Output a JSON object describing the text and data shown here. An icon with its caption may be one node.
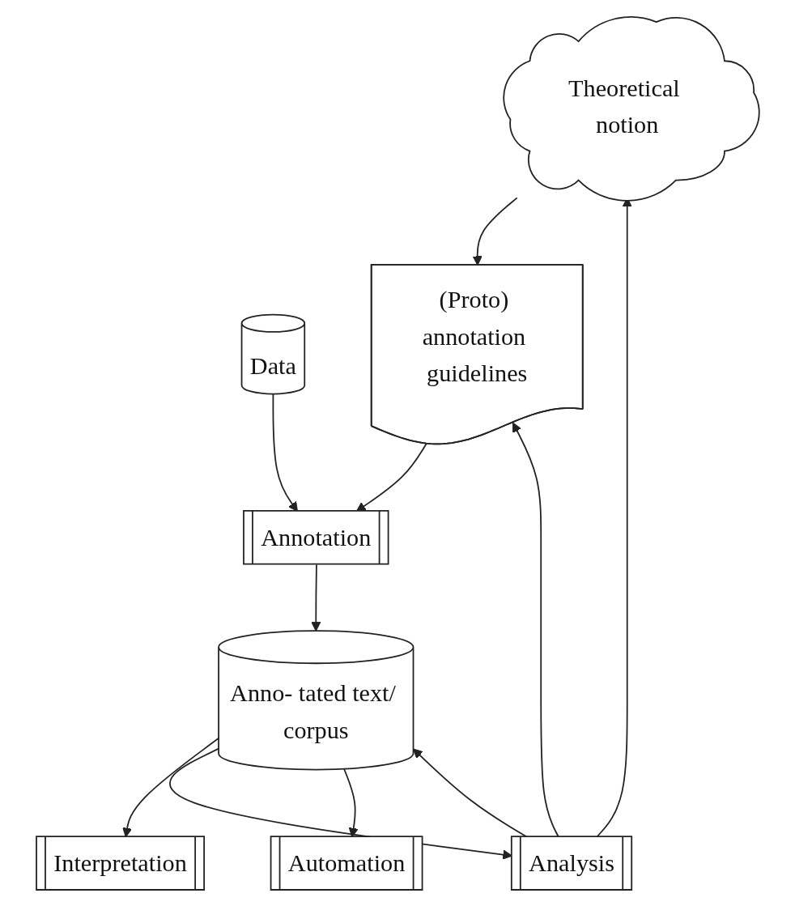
{
  "diagram": {
    "nodes": [
      {
        "text": [
          "Theoretical notion"
        ]
      },
      {
        "text": [
          "Data"
        ]
      },
      {
        "text": [
          "(Proto) annotation guidelines"
        ]
      },
      {
        "text": [
          "Annotation"
        ]
      },
      {
        "text": [
          "Anno- tated text/ corpus"
        ]
      },
      {
        "text": [
          "Analysis"
        ]
      },
      {
        "text": [
          "Interpretation"
        ]
      },
      {
        "text": [
          "Automation"
        ]
      }
    ],
    "edges": [
      {
        "from": 0,
        "to": 2,
        "arrow": "to"
      },
      {
        "from": 1,
        "to": 3,
        "arrow": "to"
      },
      {
        "from": 2,
        "to": 3,
        "arrow": "to"
      },
      {
        "from": 3,
        "to": 4,
        "arrow": "to"
      },
      {
        "from": 5,
        "to": 2,
        "arrow": "to"
      },
      {
        "from": 5,
        "to": 0,
        "arrow": "to"
      },
      {
        "from": 4,
        "to": 5,
        "arrow": "to"
      },
      {
        "from": 5,
        "to": 4,
        "arrow": "to"
      },
      {
        "from": 4,
        "to": 6,
        "arrow": "to"
      },
      {
        "from": 4,
        "to": 7,
        "arrow": "to"
      }
    ]
  }
}
